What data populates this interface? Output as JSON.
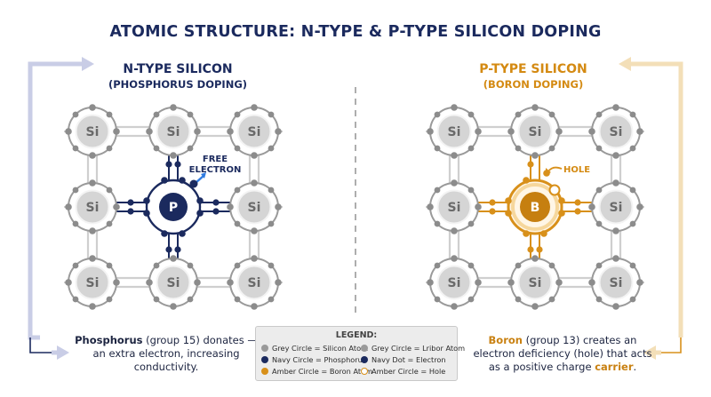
{
  "title": "ATOMIC STRUCTURE: N-TYPE & P-TYPE SILICON DOPING",
  "n_panel": {
    "title": "N-TYPE SILICON",
    "subtitle": "(PHOSPHORUS DOPING)",
    "center_label": "P",
    "atom_label": "Si",
    "annotation_line1": "FREE",
    "annotation_line2": "ELECTRON",
    "caption_bold": "Phosphorus",
    "caption_rest": " (group 15) donates — an extra electron, increasing conductivity."
  },
  "p_panel": {
    "title": "P-TYPE SILICON",
    "subtitle": "(BORON DOPING)",
    "center_label": "B",
    "atom_label": "Si",
    "annotation": "HOLE",
    "caption_bold": "Boron",
    "caption_mid": " (group 13) creates an electron deficiency (hole) that acts as a positive charge ",
    "caption_amber": "carrier",
    "caption_end": "."
  },
  "legend": {
    "title": "LEGEND:",
    "items": [
      {
        "icon": "grey-circle",
        "text": "Grey Circle = Silicon Atom"
      },
      {
        "icon": "grey-circle",
        "text": "Grey Circle = Lribor Atom"
      },
      {
        "icon": "navy-circle",
        "text": "Navy Circle = Phosphorus"
      },
      {
        "icon": "navy-dot",
        "text": "Navy Dot = Electron"
      },
      {
        "icon": "amber-circle",
        "text": "Amber Circle = Boron Atom"
      },
      {
        "icon": "amber-ring",
        "text": "Amber Circle = Hole"
      }
    ]
  },
  "colors": {
    "navy": "#1b2a5e",
    "amber": "#d8901a",
    "grey": "#9a9a9a",
    "light_grey": "#e8e8e8",
    "blue_accent": "#2f7be0",
    "left_arrow": "#c9cde6",
    "right_arrow": "#f3dfb8"
  }
}
